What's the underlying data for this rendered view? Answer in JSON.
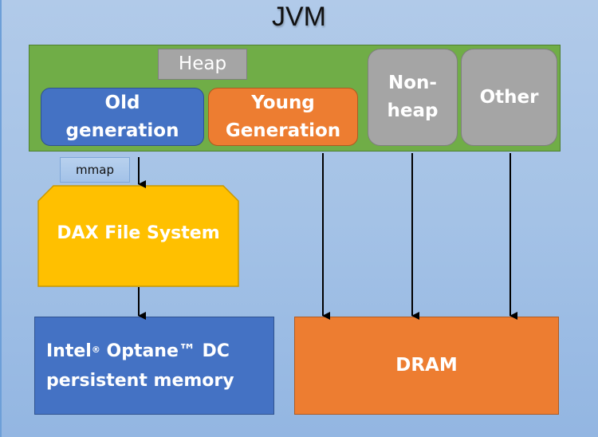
{
  "title": "JVM",
  "jvm": {
    "heap_label": "Heap",
    "old_generation": [
      "Old",
      "generation"
    ],
    "young_generation": [
      "Young",
      "Generation"
    ],
    "non_heap": [
      "Non-",
      "heap"
    ],
    "other": "Other"
  },
  "mmap_label": "mmap",
  "dax_label": "DAX File System",
  "optane": {
    "line1_prefix": "Intel",
    "registered_mark": "®",
    "line1_suffix": " Optane™ DC",
    "line2": "persistent memory"
  },
  "dram_label": "DRAM",
  "colors": {
    "background": "#a4c2e6",
    "jvm_green": "#70ad47",
    "blue": "#4472c4",
    "orange": "#ed7d31",
    "gray": "#a5a5a5",
    "gold": "#ffc000"
  }
}
